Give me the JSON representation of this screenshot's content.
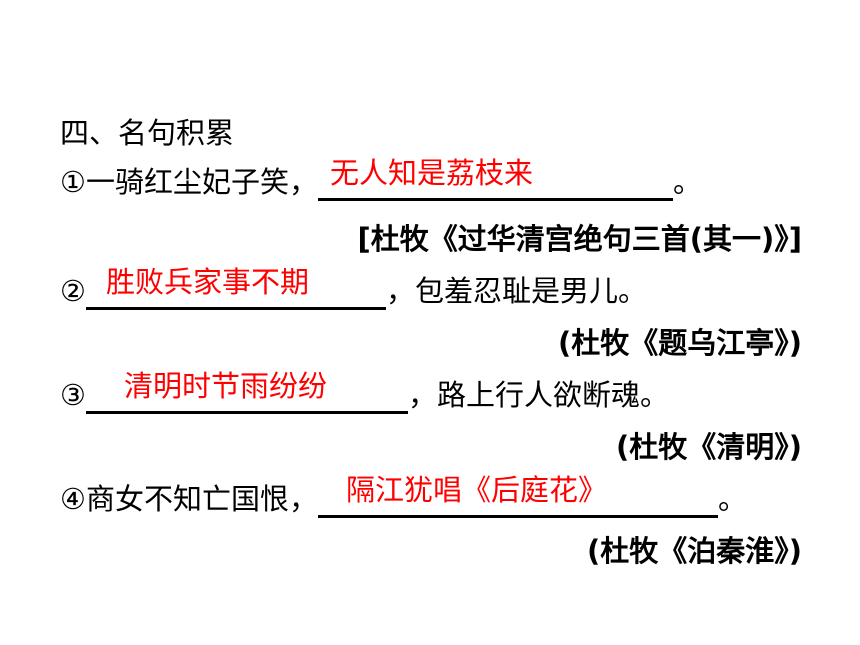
{
  "heading": "四、名句积累",
  "items": [
    {
      "prefix": "①一骑红尘妃子笑，",
      "answer": "无人知是荔枝来",
      "suffix": "。",
      "source": "[杜牧《过华清宫绝句三首(其一)》]"
    },
    {
      "prefix": "②",
      "answer": "胜败兵家事不期",
      "suffix": "，包羞忍耻是男儿。",
      "source": "(杜牧《题乌江亭》)"
    },
    {
      "prefix": "③",
      "answer": "清明时节雨纷纷",
      "suffix": "，路上行人欲断魂。",
      "source": "(杜牧《清明》)"
    },
    {
      "prefix": "④商女不知亡国恨，",
      "answer": "隔江犹唱《后庭花》",
      "suffix": "。",
      "source": "(杜牧《泊秦淮》)"
    }
  ],
  "colors": {
    "answer": "#ff0000",
    "text": "#000000",
    "background": "#ffffff"
  }
}
